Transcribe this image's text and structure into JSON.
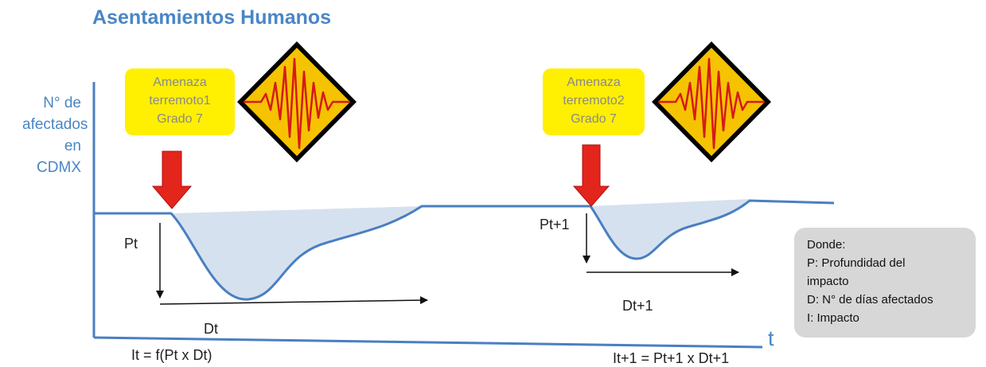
{
  "title": "Asentamientos Humanos",
  "y_axis_label": [
    "N° de",
    "afectados",
    "en CDMX"
  ],
  "x_axis_label": "t",
  "event_1": {
    "callout": [
      "Amenaza",
      "terremoto1",
      "Grado 7"
    ],
    "depth_label": "Pt",
    "duration_label": "Dt",
    "formula": "It = f(Pt x Dt)"
  },
  "event_2": {
    "callout": [
      "Amenaza",
      "terremoto2",
      "Grado 7"
    ],
    "depth_label": "Pt+1",
    "duration_label": "Dt+1",
    "formula": "It+1 = Pt+1 x Dt+1"
  },
  "legend": {
    "heading": "Donde:",
    "lines": [
      "P: Profundidad del",
      "impacto",
      "D: N° de días afectados",
      "I: Impacto"
    ]
  },
  "colors": {
    "title": "#4a86c5",
    "curve": "#4a7fc1",
    "fill": "#d6e1ef",
    "callout_bg": "#ffef00",
    "arrow": "#e3251b",
    "legend_bg": "#d7d7d7"
  },
  "icons": [
    "seismic-warning-icon",
    "down-arrow-icon"
  ]
}
